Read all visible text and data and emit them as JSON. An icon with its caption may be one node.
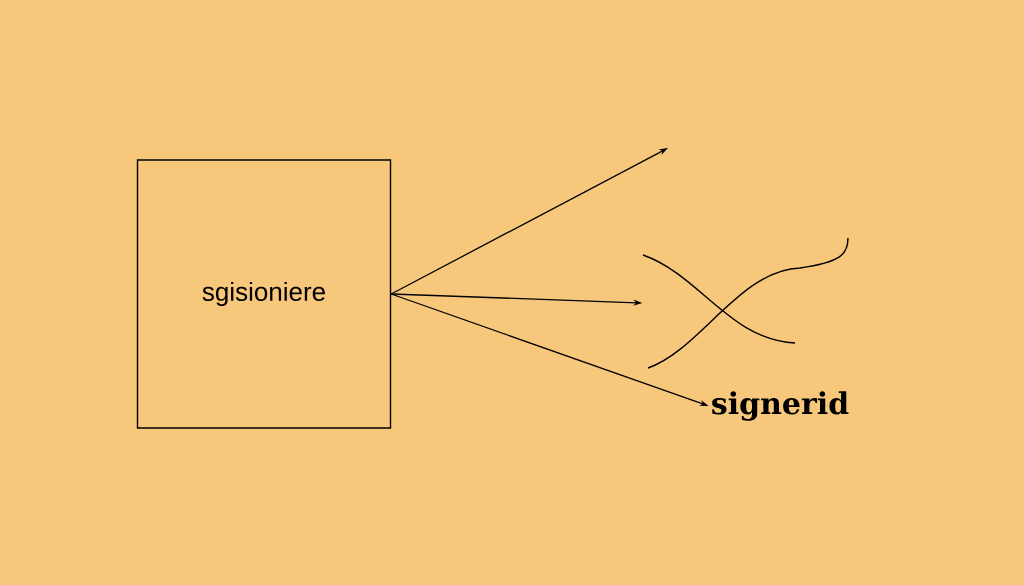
{
  "diagram": {
    "nodes": [
      {
        "text": [
          "sgisioniere"
        ]
      },
      {
        "text": [],
        "shape": "picture"
      },
      {
        "text": [
          "signerid"
        ]
      }
    ],
    "edges": [
      {
        "from": 0,
        "to": null,
        "arrow": "to"
      },
      {
        "from": 0,
        "to": 1,
        "arrow": "to"
      },
      {
        "from": 0,
        "to": 2,
        "arrow": "to"
      }
    ]
  }
}
